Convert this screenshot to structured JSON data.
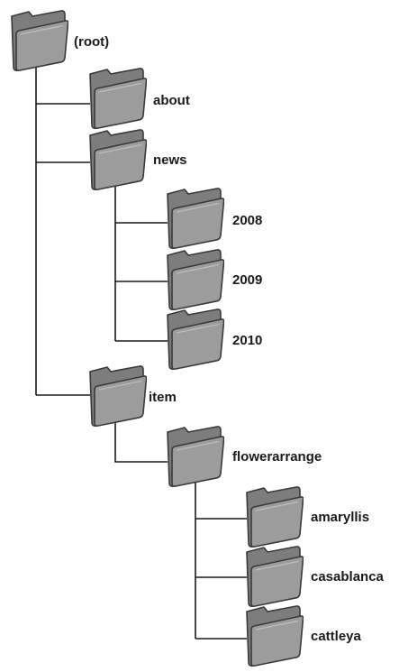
{
  "tree": {
    "nodes": [
      {
        "id": "root",
        "label": "(root)",
        "icon": "folder-icon"
      },
      {
        "id": "about",
        "label": "about",
        "icon": "folder-icon"
      },
      {
        "id": "news",
        "label": "news",
        "icon": "folder-icon"
      },
      {
        "id": "2008",
        "label": "2008",
        "icon": "folder-icon"
      },
      {
        "id": "2009",
        "label": "2009",
        "icon": "folder-icon"
      },
      {
        "id": "2010",
        "label": "2010",
        "icon": "folder-icon"
      },
      {
        "id": "item",
        "label": "item",
        "icon": "folder-icon"
      },
      {
        "id": "flowerarrange",
        "label": "flowerarrange",
        "icon": "folder-icon"
      },
      {
        "id": "amaryllis",
        "label": "amaryllis",
        "icon": "folder-icon"
      },
      {
        "id": "casablanca",
        "label": "casablanca",
        "icon": "folder-icon"
      },
      {
        "id": "cattleya",
        "label": "cattleya",
        "icon": "folder-icon"
      }
    ],
    "colors": {
      "folder_fill": "#9c9c9c",
      "folder_back": "#7d7d7d",
      "folder_stroke": "#3a3a3a",
      "connector": "#1a1a1a",
      "label": "#1a1a1a"
    }
  }
}
